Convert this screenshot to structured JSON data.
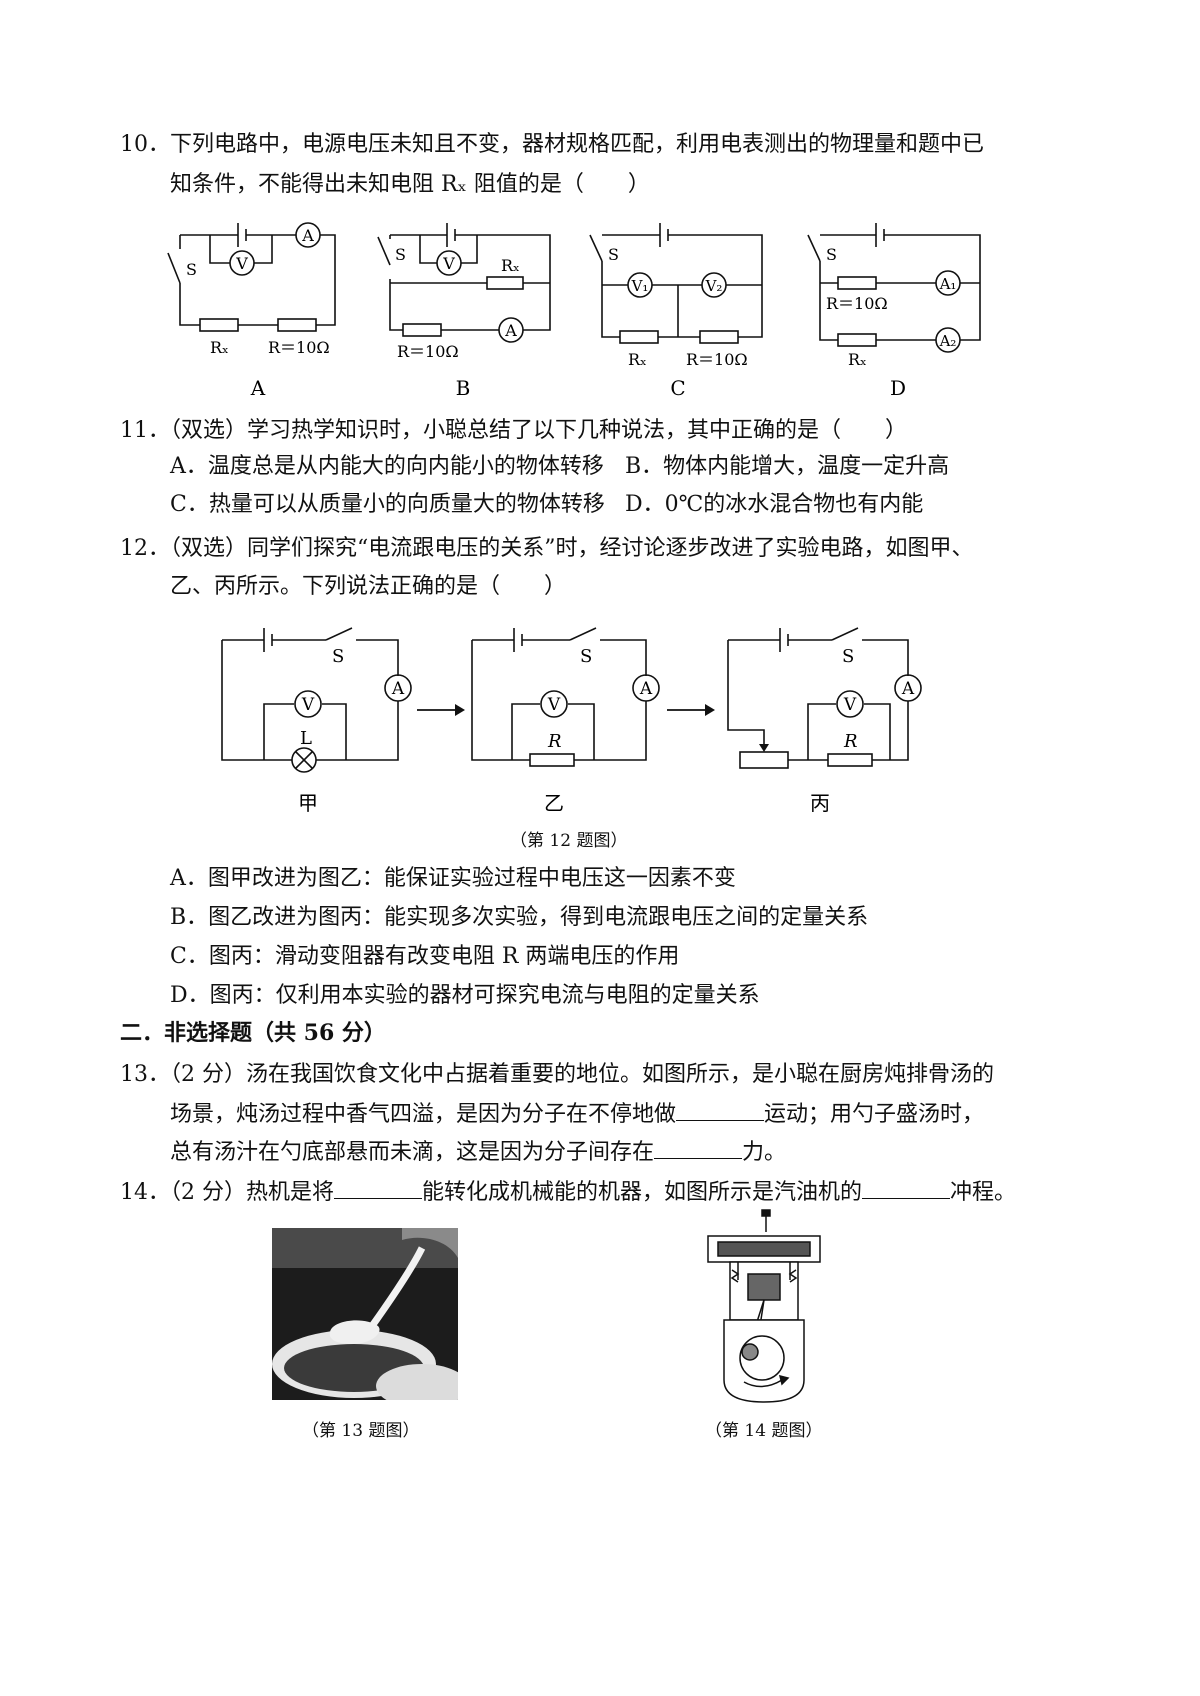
{
  "q10": {
    "line1": "10．下列电路中，电源电压未知且不变，器材规格匹配，利用电表测出的物理量和题中已",
    "line2": "知条件，不能得出未知电阻 Rₓ 阻值的是（　　）",
    "label_s": "S",
    "label_rx": "Rₓ",
    "label_r10": "R＝10Ω",
    "meter_a": "A",
    "meter_v": "V",
    "meter_v1": "V₁",
    "meter_v2": "V₂",
    "meter_a1": "A₁",
    "meter_a2": "A₂",
    "circuit_labels": [
      "A",
      "B",
      "C",
      "D"
    ]
  },
  "q11": {
    "stem": "11．（双选）学习热学知识时，小聪总结了以下几种说法，其中正确的是（　　）",
    "options": [
      "A．温度总是从内能大的向内能小的物体转移",
      "B．物体内能增大，温度一定升高",
      "C．热量可以从质量小的向质量大的物体转移",
      "D．0℃的冰水混合物也有内能"
    ]
  },
  "q12": {
    "line1": "12．（双选）同学们探究“电流跟电压的关系”时，经讨论逐步改进了实验电路，如图甲、",
    "line2": "乙、丙所示。下列说法正确的是（　　）",
    "label_s": "S",
    "label_l": "L",
    "label_r": "R",
    "meter_a": "A",
    "meter_v": "V",
    "panel_labels": [
      "甲",
      "乙",
      "丙"
    ],
    "caption": "（第 12 题图）",
    "options": [
      "A．图甲改进为图乙：能保证实验过程中电压这一因素不变",
      "B．图乙改进为图丙：能实现多次实验，得到电流跟电压之间的定量关系",
      "C．图丙：滑动变阻器有改变电阻 R 两端电压的作用",
      "D．图丙：仅利用本实验的器材可探究电流与电阻的定量关系"
    ]
  },
  "section2": {
    "title": "二．非选择题（共 56 分）"
  },
  "q13": {
    "line1": "13．（2 分）汤在我国饮食文化中占据着重要的地位。如图所示，是小聪在厨房炖排骨汤的",
    "line2a": "场景，炖汤过程中香气四溢，是因为分子在不停地做",
    "line2b": "运动；用勺子盛汤时，",
    "line3a": "总有汤汁在勺底部悬而未滴，这是因为分子间存在",
    "line3b": "力。",
    "caption": "（第 13 题图）"
  },
  "q14": {
    "part1": "14．（2 分）热机是将",
    "part2": "能转化成机械能的机器，如图所示是汽油机的",
    "part3": "冲程。",
    "caption": "（第 14 题图）"
  }
}
